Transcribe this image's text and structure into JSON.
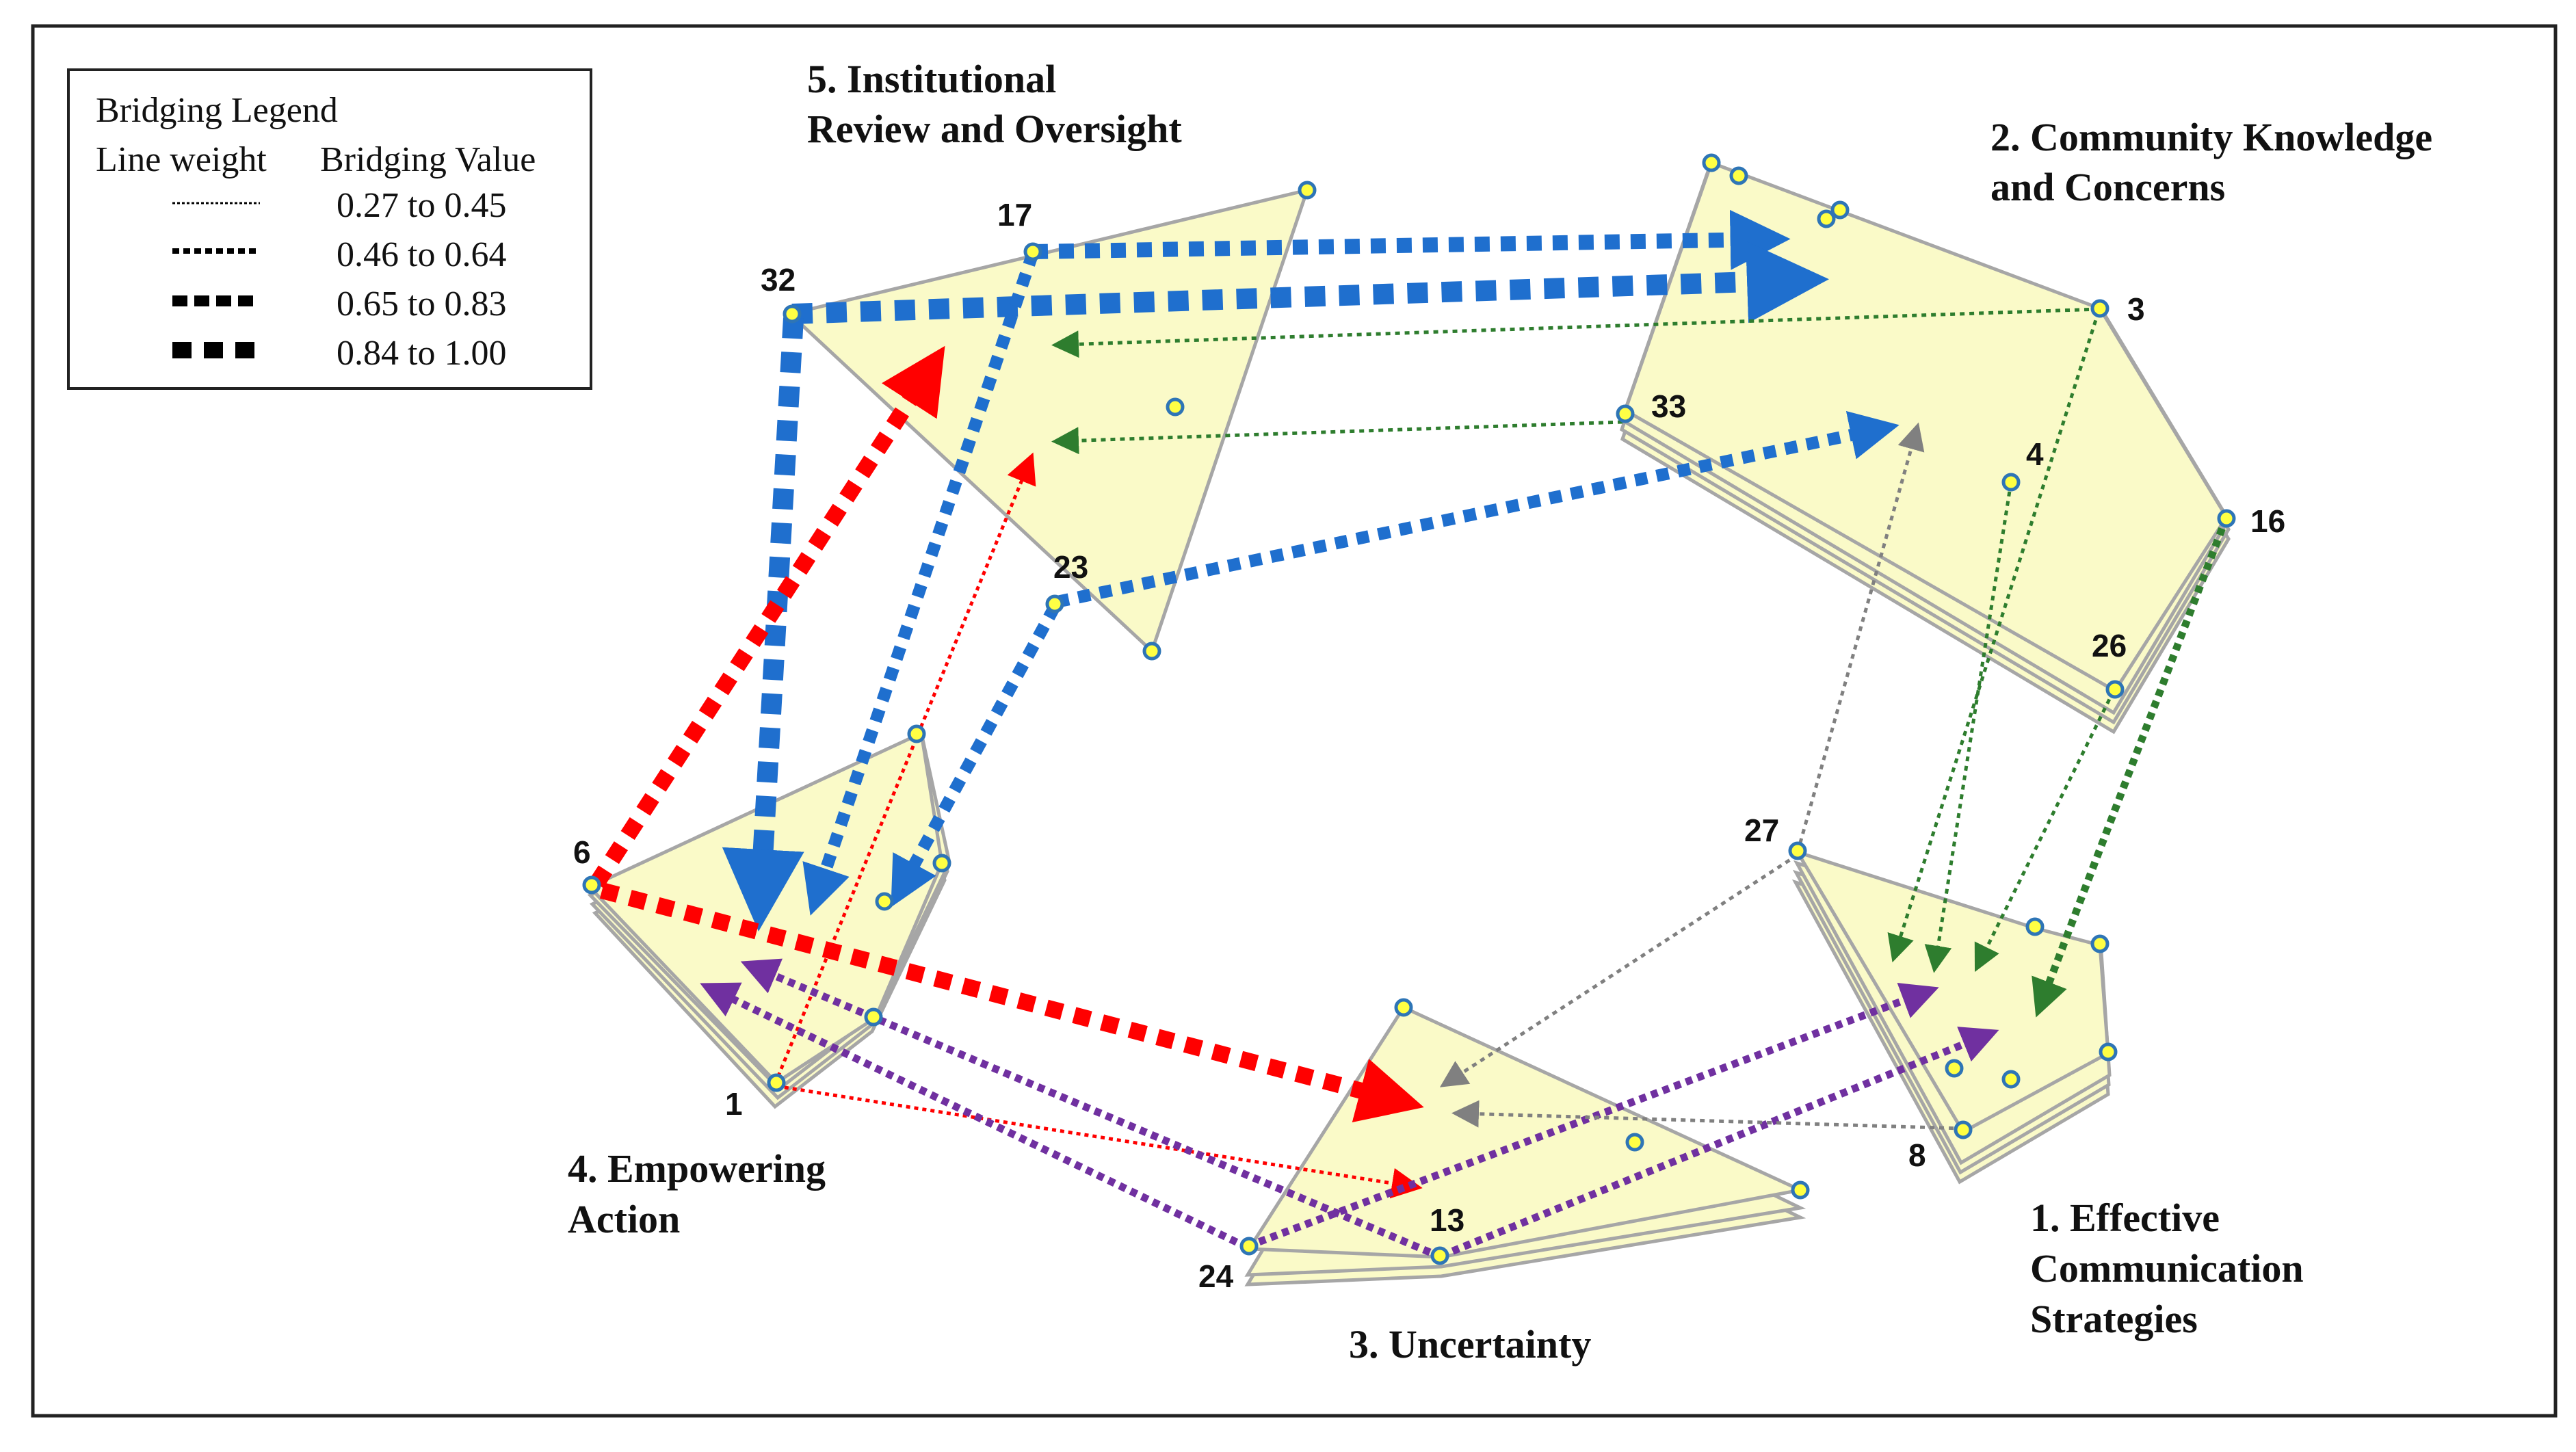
{
  "legend": {
    "title": "Bridging Legend",
    "col_line": "Line weight",
    "col_value": "Bridging Value",
    "rows": [
      "0.27 to 0.45",
      "0.46 to 0.64",
      "0.65 to 0.83",
      "0.84 to 1.00"
    ]
  },
  "clusters": [
    {
      "id": "c1",
      "lines": [
        "1. Effective",
        "Communication",
        "Strategies"
      ]
    },
    {
      "id": "c2",
      "lines": [
        "2. Community Knowledge",
        "and Concerns"
      ]
    },
    {
      "id": "c3",
      "lines": [
        "3. Uncertainty"
      ]
    },
    {
      "id": "c4",
      "lines": [
        "4. Empowering",
        "Action"
      ]
    },
    {
      "id": "c5",
      "lines": [
        "5. Institutional",
        "Review and Oversight"
      ]
    }
  ],
  "points": [
    "1",
    "3",
    "4",
    "6",
    "8",
    "13",
    "16",
    "17",
    "23",
    "24",
    "26",
    "27",
    "32",
    "33"
  ],
  "colors": {
    "fill": "#fafac8",
    "outline": "#a6a6a6",
    "node_fill": "#ffff44",
    "node_stroke": "#2e75b6",
    "blue": "#1f6fce",
    "red": "#ff0000",
    "green": "#2e7d2e",
    "purple": "#7030a0",
    "gray": "#808080"
  }
}
